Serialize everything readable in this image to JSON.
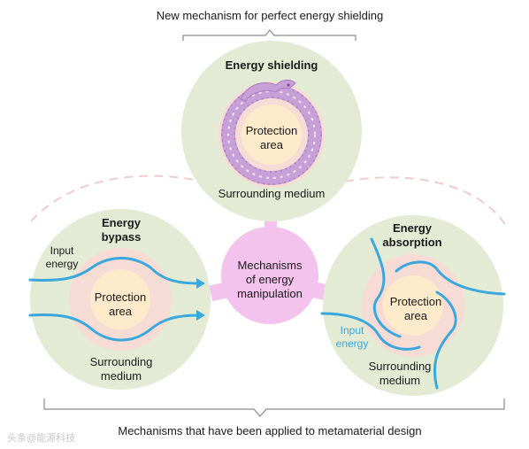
{
  "top_caption": "New mechanism for perfect energy shielding",
  "bottom_caption": "Mechanisms that have been applied to metamaterial design",
  "center_hub": {
    "lines": [
      "Mechanisms",
      "of energy",
      "manipulation"
    ]
  },
  "shielding": {
    "title": "Energy shielding",
    "protection_lines": [
      "Protection",
      "area"
    ],
    "medium_label": "Surrounding medium",
    "ring_icon": "ouroboros-dragon-icon"
  },
  "bypass": {
    "title_lines": [
      "Energy",
      "bypass"
    ],
    "input_lines": [
      "Input",
      "energy"
    ],
    "protection_lines": [
      "Protection",
      "area"
    ],
    "medium_lines": [
      "Surrounding",
      "medium"
    ]
  },
  "absorption": {
    "title_lines": [
      "Energy",
      "absorption"
    ],
    "input_lines": [
      "Input",
      "energy"
    ],
    "protection_lines": [
      "Protection",
      "area"
    ],
    "medium_lines": [
      "Surrounding",
      "medium"
    ]
  },
  "watermark": "头条@能源科技",
  "colors": {
    "outer_circle": "#e3ebd5",
    "pink_ring": "#f7dcd5",
    "protection_core": "#fdeacb",
    "hub": "#f3c3ee",
    "hub_connector": "#f3c3ee",
    "energy_flow": "#3aa7dd",
    "dragon": "#c6a0d6",
    "dashed_wave": "#f0cccc",
    "bracket": "#8a8a8a"
  }
}
